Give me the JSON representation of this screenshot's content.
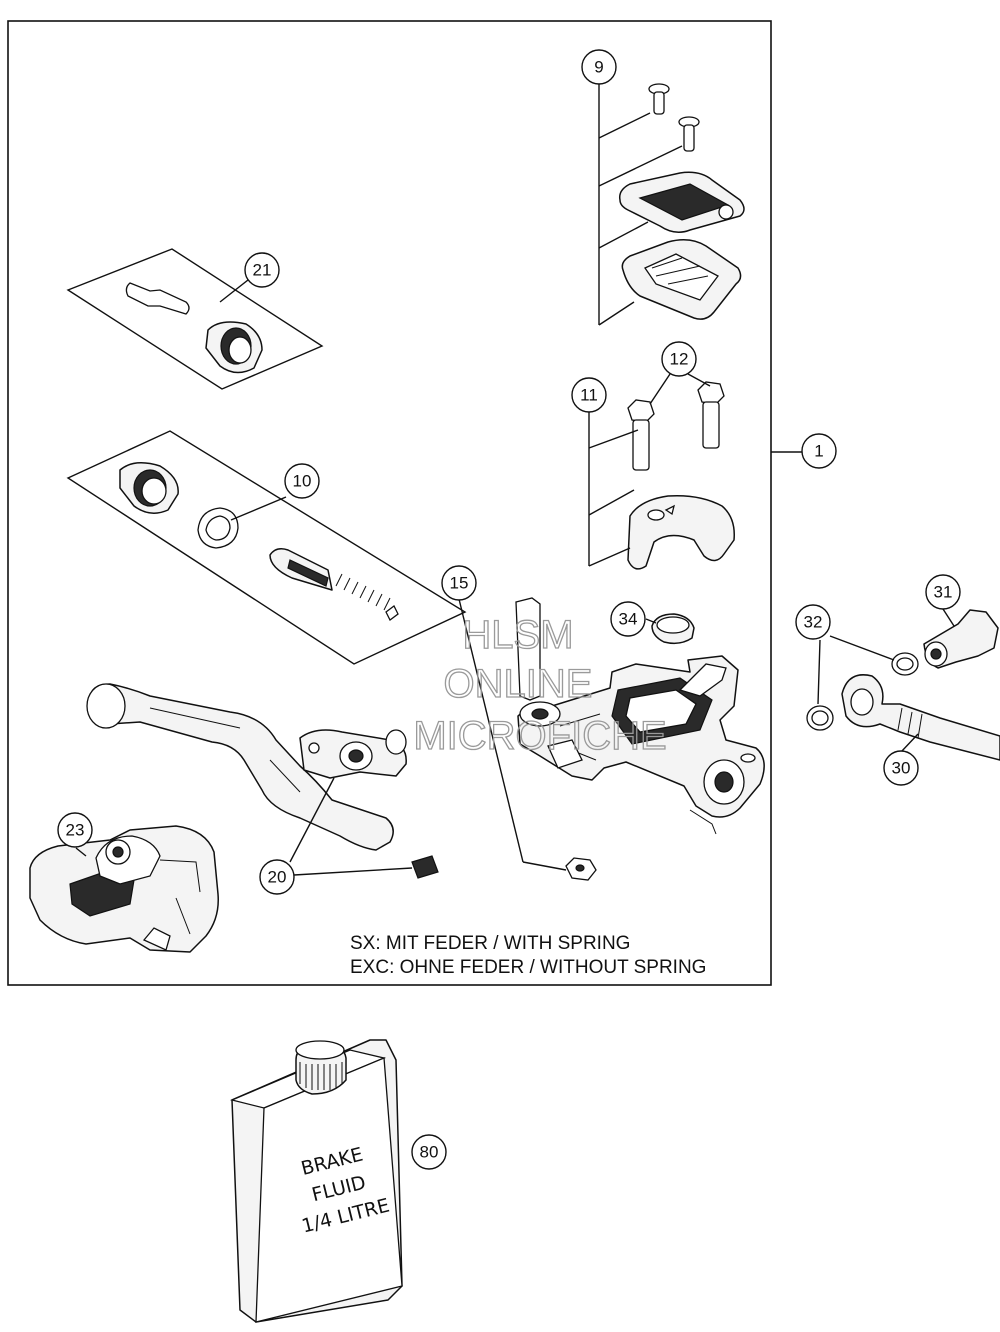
{
  "callouts": {
    "c1": "1",
    "c9": "9",
    "c10": "10",
    "c11": "11",
    "c12": "12",
    "c15": "15",
    "c20": "20",
    "c21": "21",
    "c23": "23",
    "c30": "30",
    "c31": "31",
    "c32": "32",
    "c34": "34",
    "c80": "80"
  },
  "notes": {
    "line1": "SX: MIT FEDER / WITH SPRING",
    "line2": "EXC: OHNE FEDER / WITHOUT SPRING"
  },
  "bottle_label": [
    "BRAKE",
    "FLUID",
    "1/4 LITRE"
  ],
  "watermark": [
    "HLSM",
    "ONLINE",
    "MICROFICHE"
  ]
}
